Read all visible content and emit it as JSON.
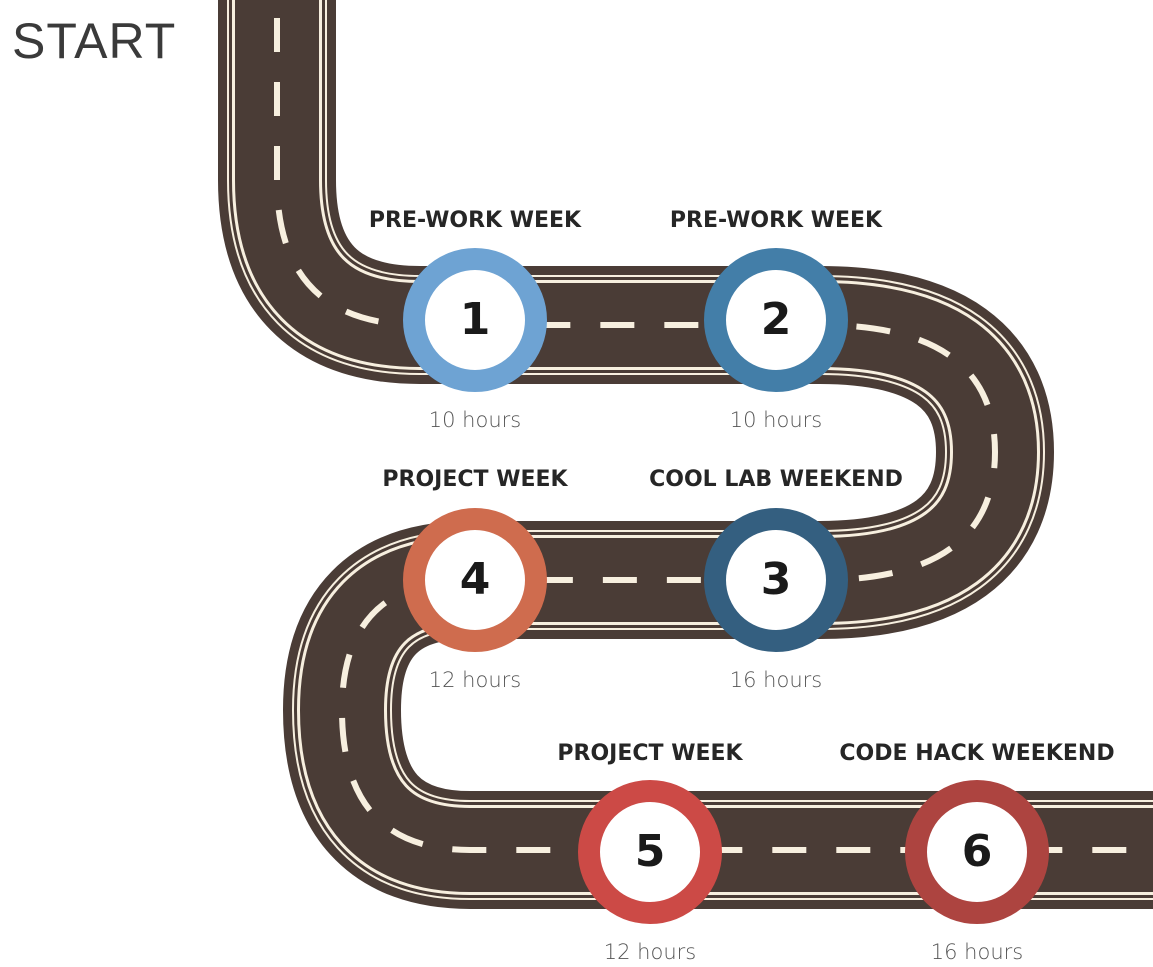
{
  "start_label": "START",
  "milestones": [
    {
      "number": "1",
      "title": "PRE-WORK WEEK",
      "hours": "10 hours",
      "color": "#6ea3d3"
    },
    {
      "number": "2",
      "title": "PRE-WORK WEEK",
      "hours": "10 hours",
      "color": "#437ea8"
    },
    {
      "number": "3",
      "title": "COOL LAB WEEKEND",
      "hours": "16 hours",
      "color": "#345f80"
    },
    {
      "number": "4",
      "title": "PROJECT WEEK",
      "hours": "12 hours",
      "color": "#cf6c4e"
    },
    {
      "number": "5",
      "title": "PROJECT WEEK",
      "hours": "12 hours",
      "color": "#cc4a46"
    },
    {
      "number": "6",
      "title": "CODE HACK WEEKEND",
      "hours": "16 hours",
      "color": "#ad4440"
    }
  ],
  "road": {
    "asphalt_color": "#4a3c36",
    "line_color": "#f7efdf"
  }
}
